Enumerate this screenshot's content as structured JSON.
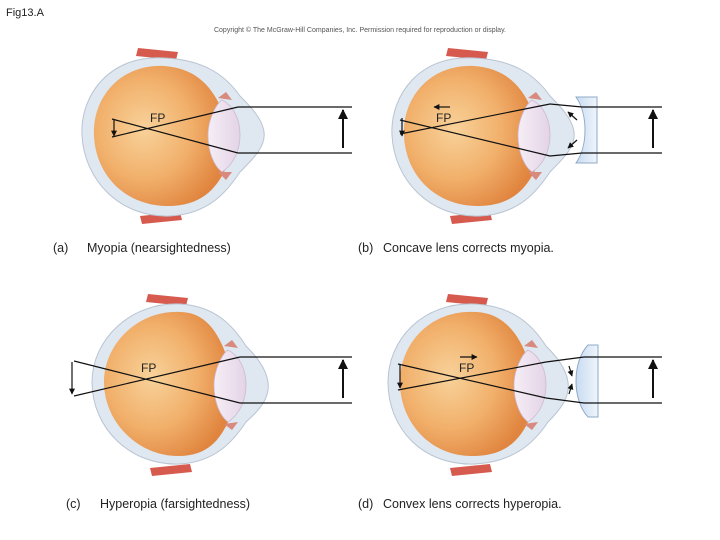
{
  "figure_label": "Fig13.A",
  "copyright": "Copyright © The McGraw-Hill Companies, Inc. Permission required for reproduction or display.",
  "panels": [
    {
      "letter": "(a)",
      "caption": "Myopia (nearsightedness)",
      "fp_label": "FP"
    },
    {
      "letter": "(b)",
      "caption": "Concave lens corrects myopia.",
      "fp_label": "FP"
    },
    {
      "letter": "(c)",
      "caption": "Hyperopia (farsightedness)",
      "fp_label": "FP"
    },
    {
      "letter": "(d)",
      "caption": "Convex lens corrects hyperopia.",
      "fp_label": "FP"
    }
  ],
  "colors": {
    "eye_orange": "#e8954a",
    "eye_light": "#f6c98a",
    "sclera": "#dfe6ef",
    "muscle": "#d8584c",
    "lens": "#efe4f0",
    "corrective_lens": "#dbe8f6"
  }
}
